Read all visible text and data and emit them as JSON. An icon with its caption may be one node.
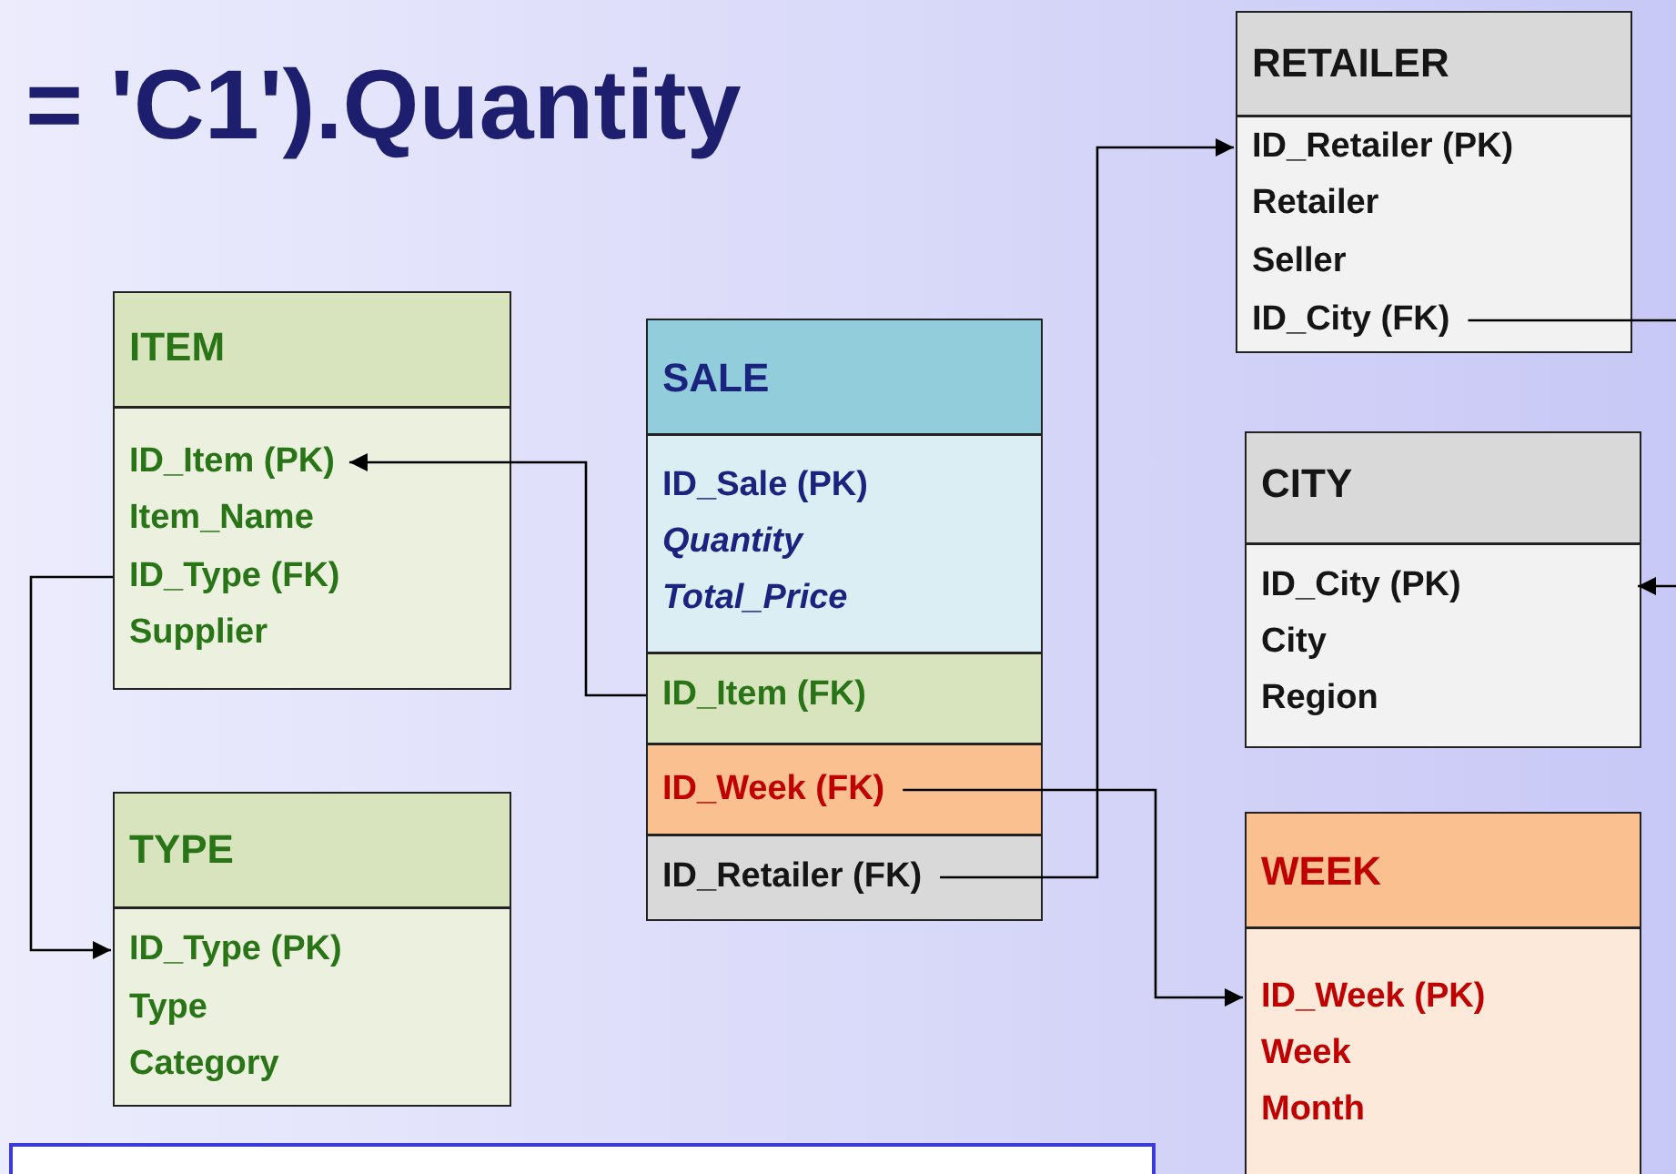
{
  "diagram": {
    "nodes": [
      {
        "text": [
          "ITEM"
        ]
      },
      {
        "text": [
          "ID_Item (PK)"
        ],
        "in": 0
      },
      {
        "text": [
          "Item_Name"
        ],
        "in": 0
      },
      {
        "text": [
          "ID_Type (FK)"
        ],
        "in": 0
      },
      {
        "text": [
          "Supplier"
        ],
        "in": 0
      },
      {
        "text": [
          "SALE"
        ]
      },
      {
        "text": [
          "ID_Sale (PK)"
        ],
        "in": 5
      },
      {
        "text": [
          "Quantity"
        ],
        "in": 5
      },
      {
        "text": [
          "Total_Price"
        ],
        "in": 5
      },
      {
        "text": [
          "ID_Item (FK)"
        ],
        "in": 5
      },
      {
        "text": [
          "ID_Week (FK)"
        ],
        "in": 5
      },
      {
        "text": [
          "ID_Retailer (FK)"
        ],
        "in": 5
      },
      {
        "text": [
          "TYPE"
        ]
      },
      {
        "text": [
          "ID_Type (PK)"
        ],
        "in": 12
      },
      {
        "text": [
          "Type"
        ],
        "in": 12
      },
      {
        "text": [
          "Category"
        ],
        "in": 12
      },
      {
        "text": [
          "RETAILER"
        ]
      },
      {
        "text": [
          "ID_Retailer (PK)"
        ],
        "in": 16
      },
      {
        "text": [
          "Retailer"
        ],
        "in": 16
      },
      {
        "text": [
          "Seller"
        ],
        "in": 16
      },
      {
        "text": [
          "ID_City (FK)"
        ],
        "in": 16
      },
      {
        "text": [
          "CITY"
        ]
      },
      {
        "text": [
          "ID_City (PK)"
        ],
        "in": 21
      },
      {
        "text": [
          "City"
        ],
        "in": 21
      },
      {
        "text": [
          "Region"
        ],
        "in": 21
      },
      {
        "text": [
          "WEEK"
        ]
      },
      {
        "text": [
          "ID_Week (PK)"
        ],
        "in": 25
      },
      {
        "text": [
          "Week"
        ],
        "in": 25
      },
      {
        "text": [
          "Month"
        ],
        "in": 25
      }
    ],
    "edges": [
      {
        "from": 9,
        "to": 1,
        "arrow": "to"
      },
      {
        "from": 3,
        "to": 13,
        "arrow": "to"
      },
      {
        "from": 10,
        "to": 26,
        "arrow": "to"
      },
      {
        "from": 11,
        "to": 17,
        "arrow": "to"
      },
      {
        "from": 20,
        "to": 22,
        "arrow": "to"
      }
    ],
    "labels": [
      "= 'C1').Quantity"
    ]
  }
}
